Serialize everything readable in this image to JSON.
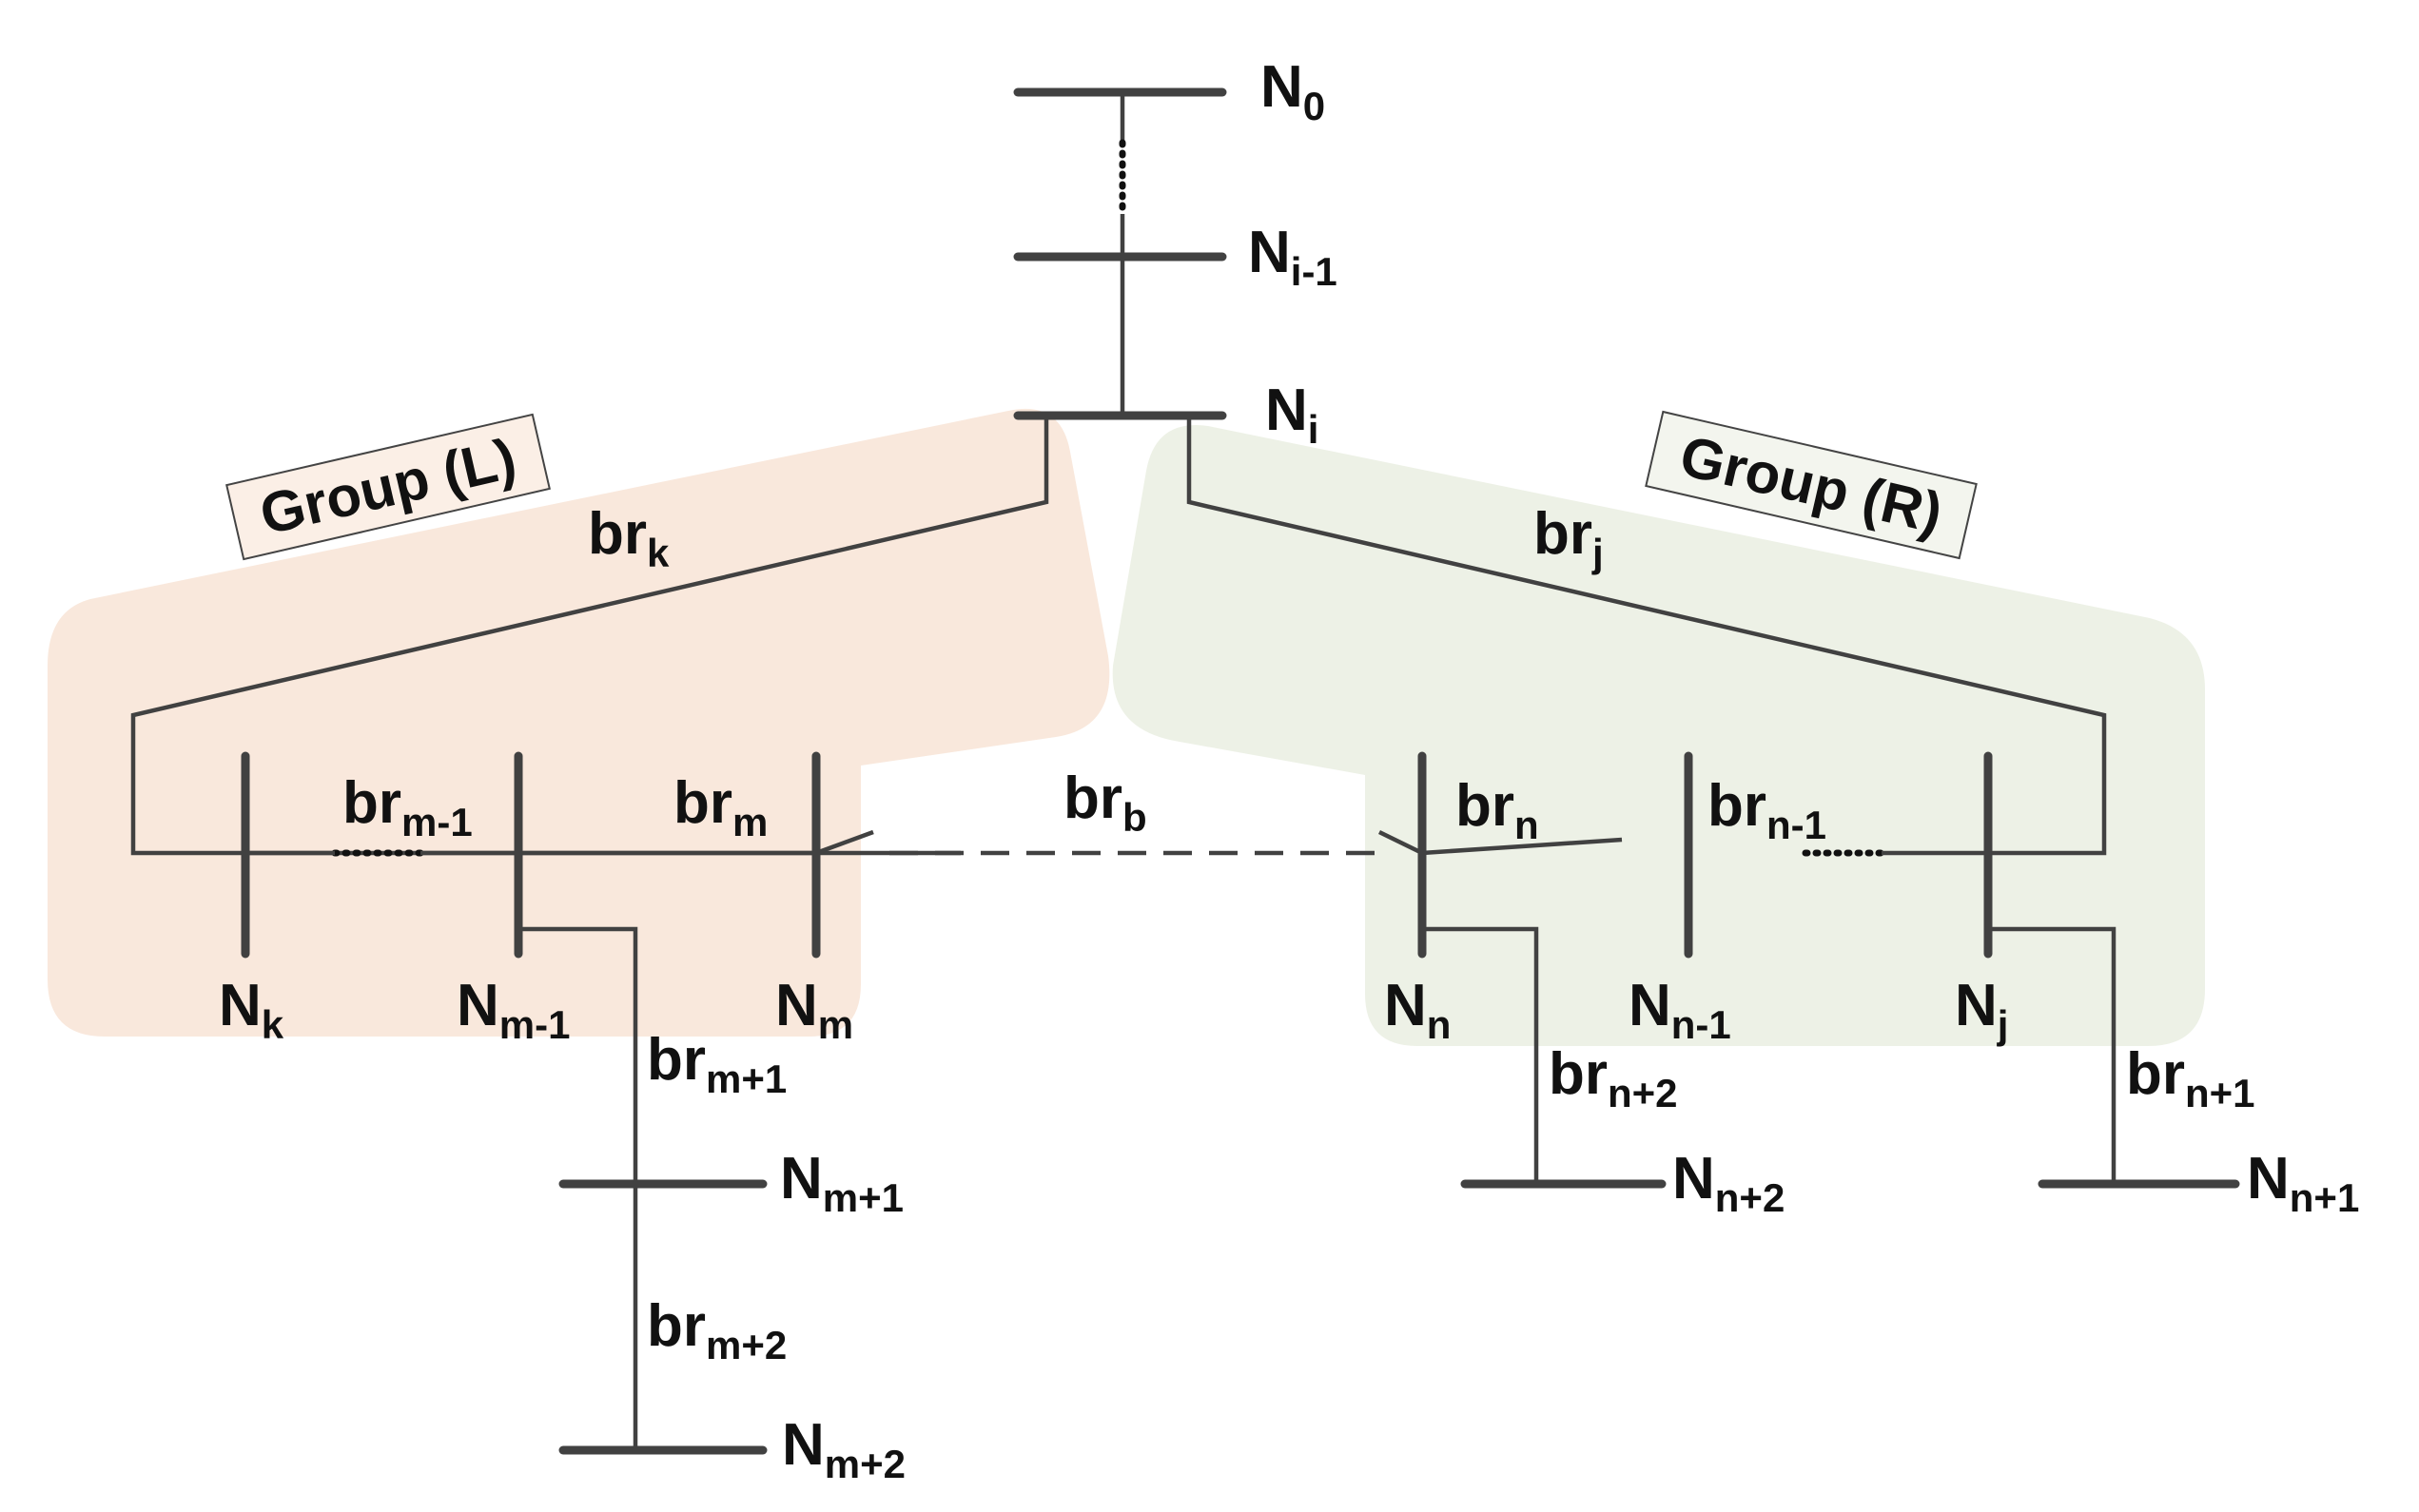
{
  "colors": {
    "group_left": "#f9e8dc",
    "group_right": "#edf1e6",
    "line": "#414141",
    "text": "#111111"
  },
  "groups": {
    "left": "Group (L)",
    "right": "Group (R)"
  },
  "nodes": {
    "n0": {
      "main": "N",
      "sub": "0"
    },
    "ni1": {
      "main": "N",
      "sub": "i-1"
    },
    "ni": {
      "main": "N",
      "sub": "i"
    },
    "nk": {
      "main": "N",
      "sub": "k"
    },
    "nm1": {
      "main": "N",
      "sub": "m-1"
    },
    "nm": {
      "main": "N",
      "sub": "m"
    },
    "nmp1": {
      "main": "N",
      "sub": "m+1"
    },
    "nmp2": {
      "main": "N",
      "sub": "m+2"
    },
    "nn": {
      "main": "N",
      "sub": "n"
    },
    "nn1": {
      "main": "N",
      "sub": "n-1"
    },
    "nj": {
      "main": "N",
      "sub": "j"
    },
    "nnp2": {
      "main": "N",
      "sub": "n+2"
    },
    "nnp1": {
      "main": "N",
      "sub": "n+1"
    }
  },
  "branches": {
    "brk": {
      "main": "br",
      "sub": "k"
    },
    "brj": {
      "main": "br",
      "sub": "j"
    },
    "brm1": {
      "main": "br",
      "sub": "m-1"
    },
    "brm": {
      "main": "br",
      "sub": "m"
    },
    "brb": {
      "main": "br",
      "sub": "b"
    },
    "brn": {
      "main": "br",
      "sub": "n"
    },
    "brn1": {
      "main": "br",
      "sub": "n-1"
    },
    "brmp1": {
      "main": "br",
      "sub": "m+1"
    },
    "brmp2": {
      "main": "br",
      "sub": "m+2"
    },
    "brnp2": {
      "main": "br",
      "sub": "n+2"
    },
    "brnp1": {
      "main": "br",
      "sub": "n+1"
    }
  }
}
